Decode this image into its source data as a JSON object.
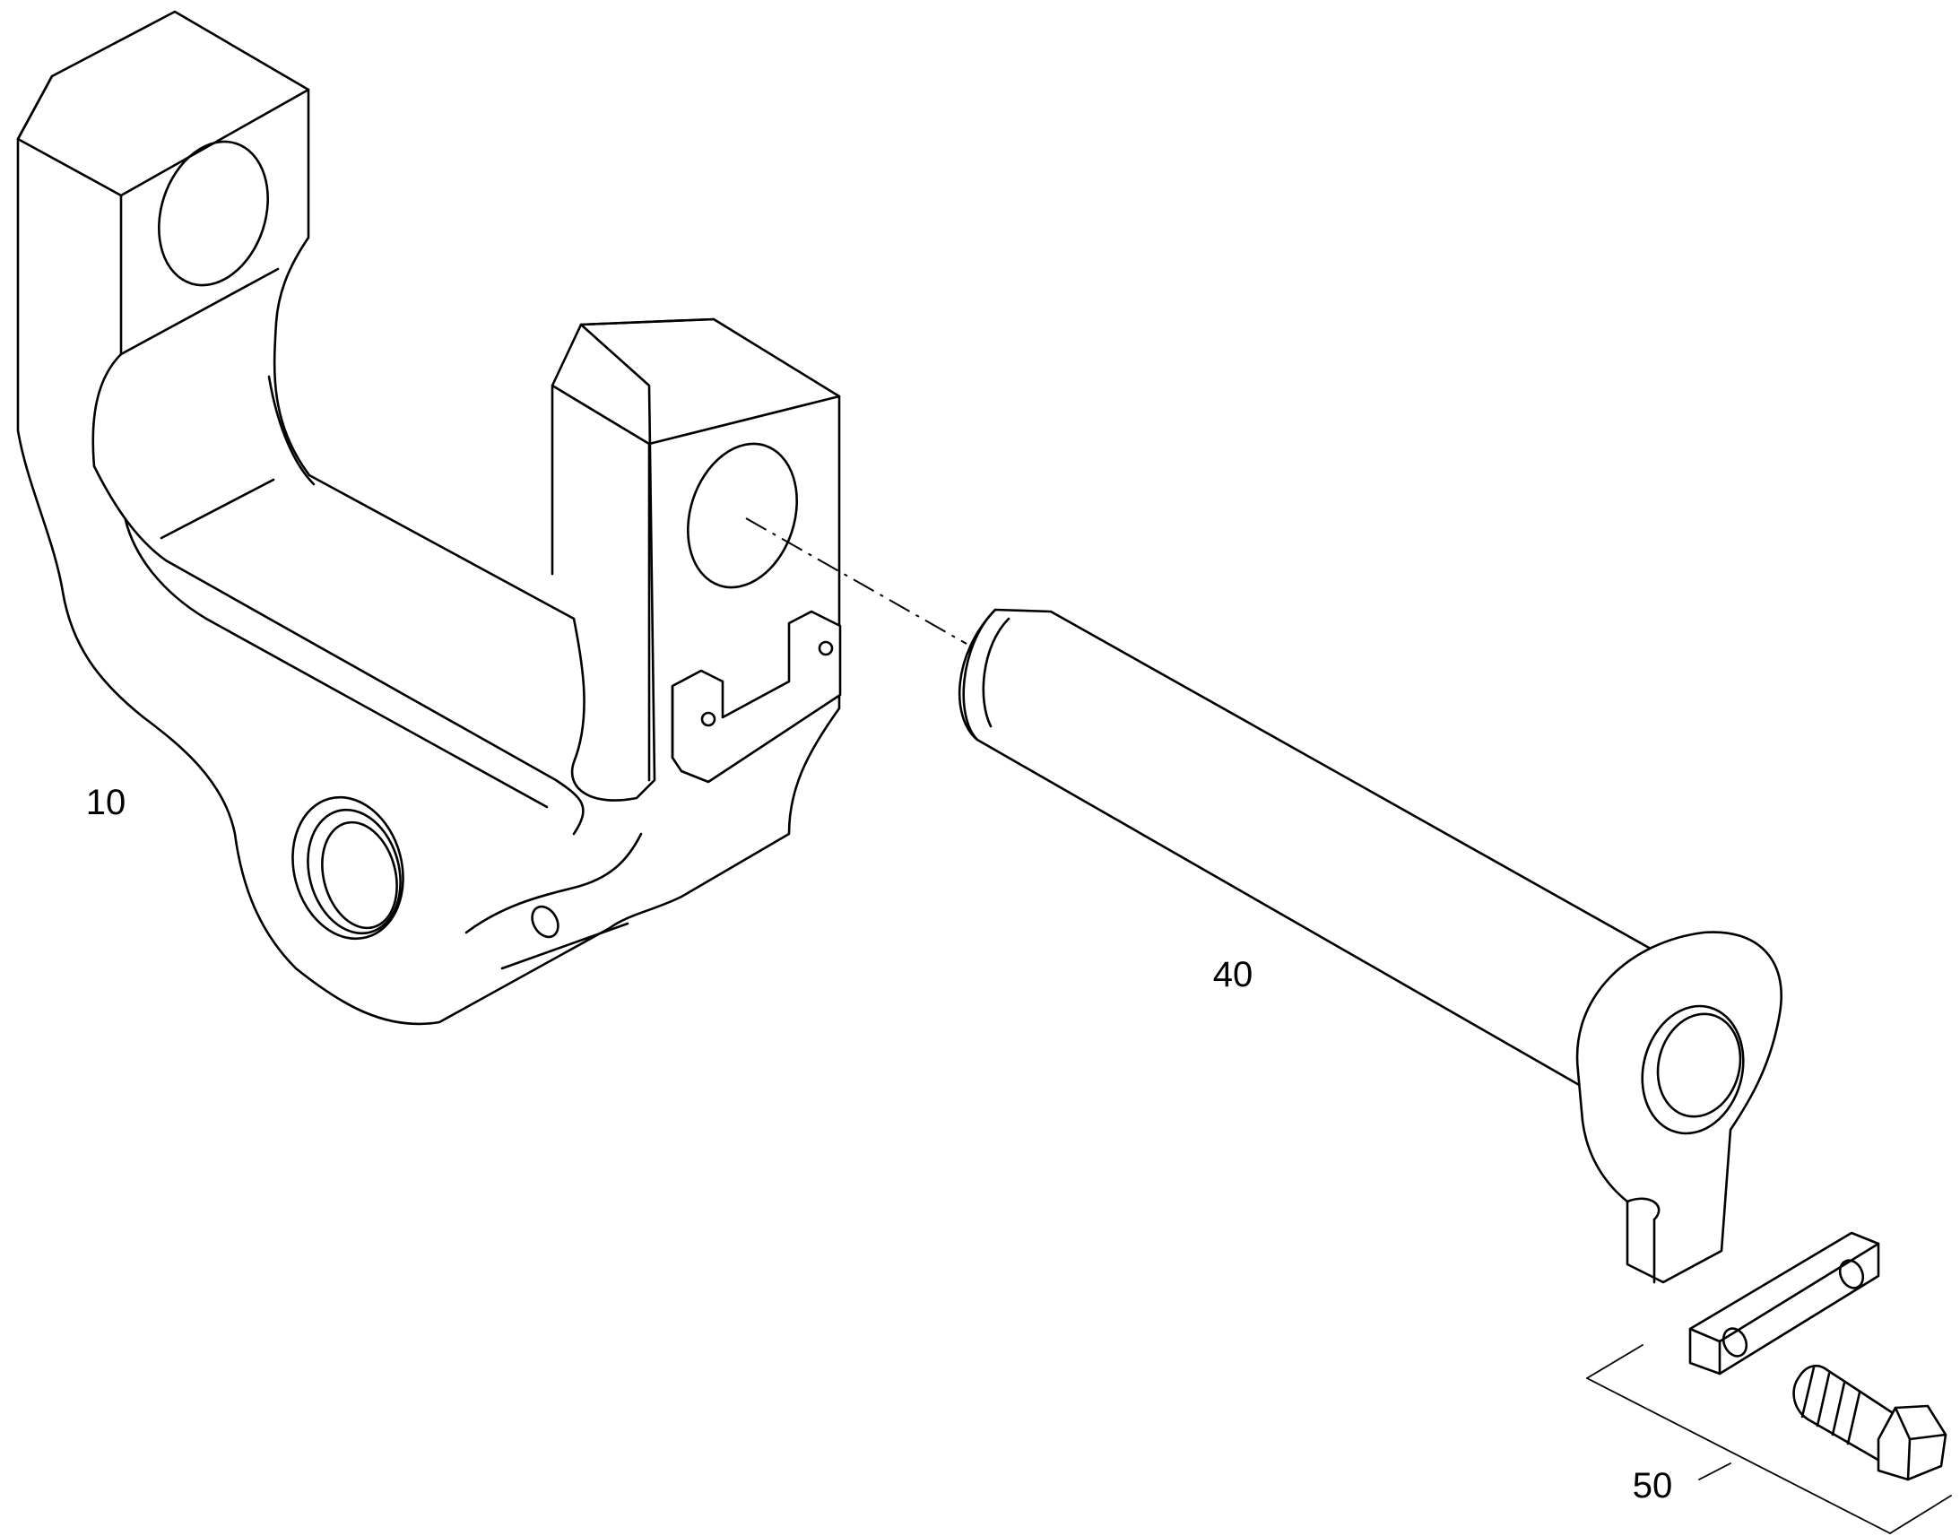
{
  "callouts": {
    "part_10": "10",
    "part_40": "40",
    "part_50": "50"
  },
  "colors": {
    "line": "#000000",
    "background": "#ffffff"
  }
}
